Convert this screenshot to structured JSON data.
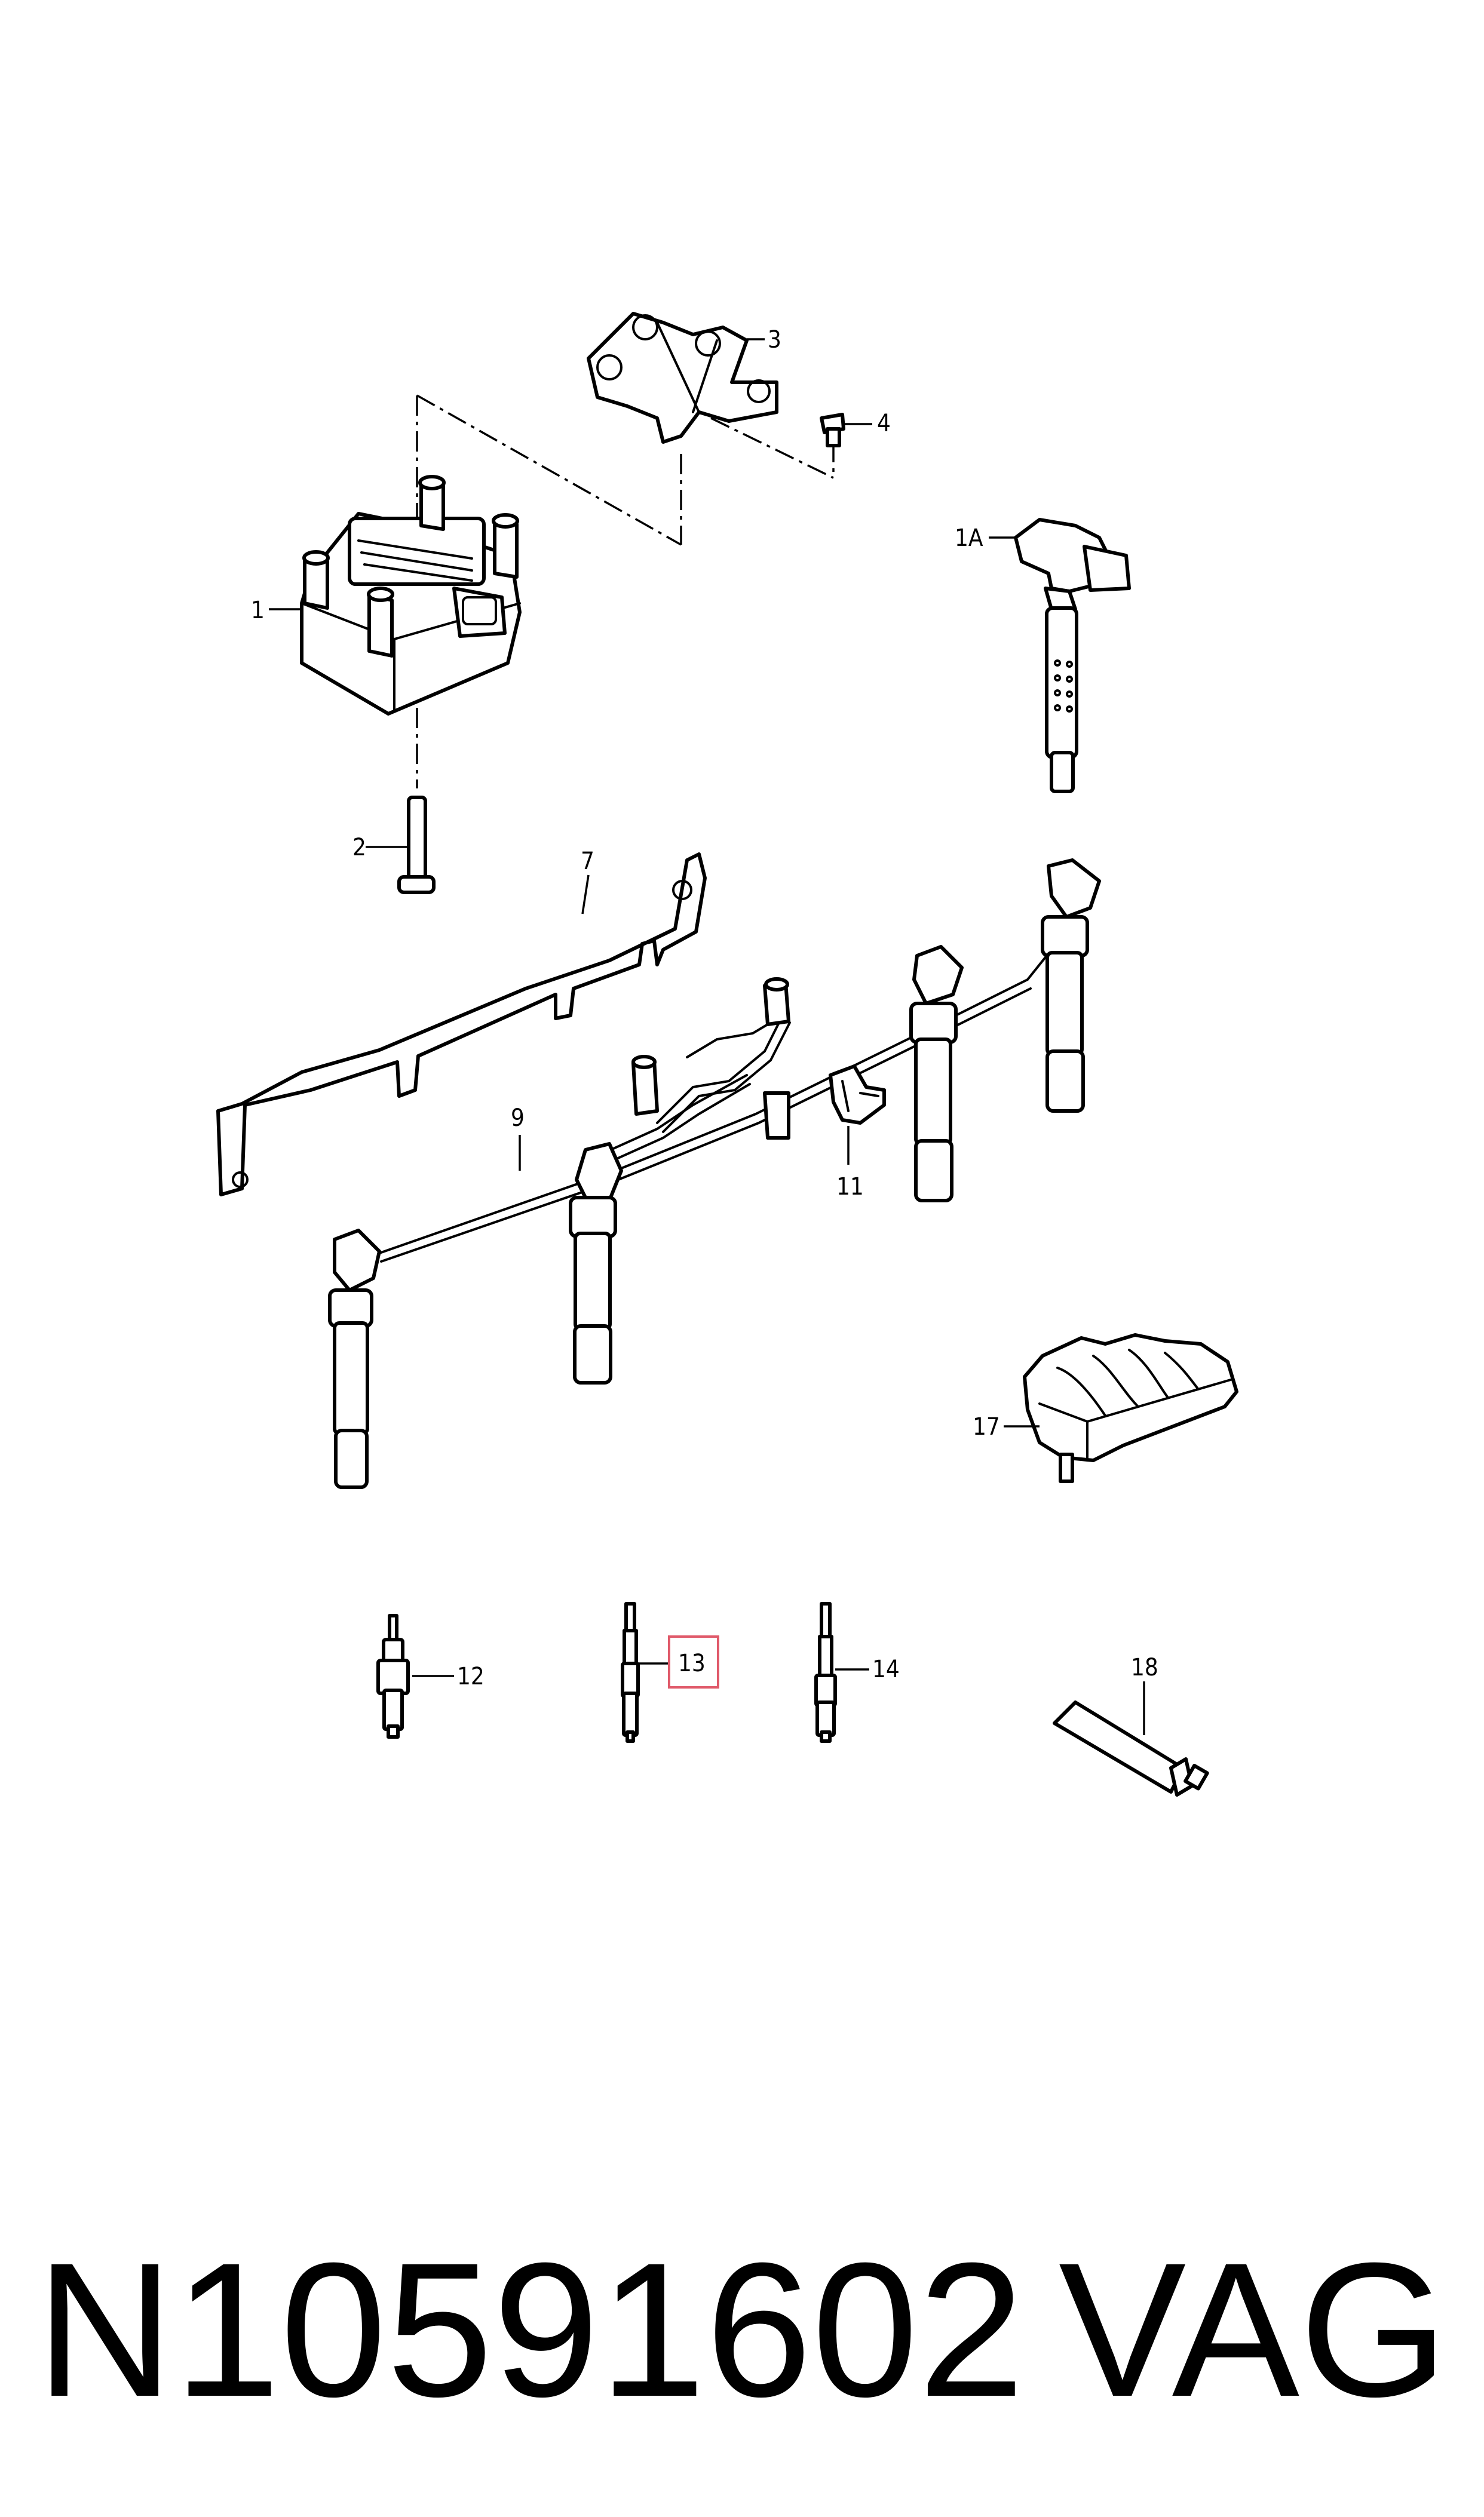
{
  "callouts": {
    "p1": "1",
    "p1a": "1A",
    "p2": "2",
    "p3": "3",
    "p4": "4",
    "p7": "7",
    "p9": "9",
    "p11": "11",
    "p12": "12",
    "p13": "13",
    "p14": "14",
    "p17": "17",
    "p18": "18"
  },
  "highlighted_callout": "13",
  "highlight_color": "#e05a6a",
  "footer": {
    "part_number": "N10591602",
    "brand": "VAG"
  }
}
